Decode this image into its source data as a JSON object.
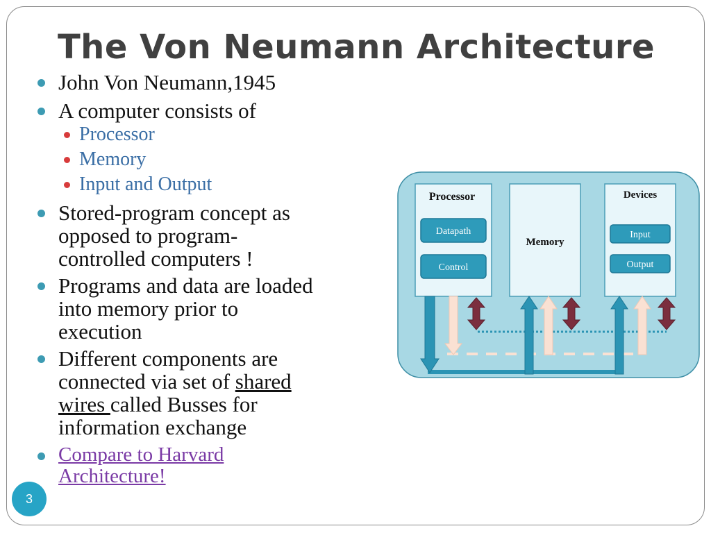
{
  "slide": {
    "title": "The Von Neumann Architecture",
    "page_number": "3"
  },
  "bullets": {
    "b1": "John Von Neumann,1945",
    "b2": "A computer consists of",
    "sub1": "Processor",
    "sub2": "Memory",
    "sub3": "Input and Output",
    "b3_l1": "Stored-program concept  as",
    "b3_l2": "opposed to program-",
    "b3_l3": "controlled computers !",
    "b4_l1": "Programs and data are loaded",
    "b4_l2": "into memory prior to",
    "b4_l3": "execution",
    "b5_l1": "Different components are",
    "b5_l2a": "connected via set of ",
    "b5_l2b": "shared",
    "b5_l3a": "wires ",
    "b5_l3b": "called Busses for",
    "b5_l4": "information exchange",
    "b6_l1": "Compare to Harvard",
    "b6_l2": "Architecture!"
  },
  "diagram": {
    "processor_label": "Processor",
    "datapath_label": "Datapath",
    "control_label": "Control",
    "memory_label": "Memory",
    "devices_label": "Devices",
    "input_label": "Input",
    "output_label": "Output"
  },
  "colors": {
    "bullet_dot": "#3d9bb3",
    "sub_bullet_dot": "#d83b3b",
    "sub_text": "#3a6ea5",
    "link": "#7a3aa5",
    "diagram_bg": "#a8d8e4",
    "box_fill": "#e8f6fa",
    "button_fill": "#2e9bba",
    "arrow_dark": "#2b94b4",
    "arrow_light": "#fae1d3",
    "arrow_maroon": "#7b2e3e"
  }
}
